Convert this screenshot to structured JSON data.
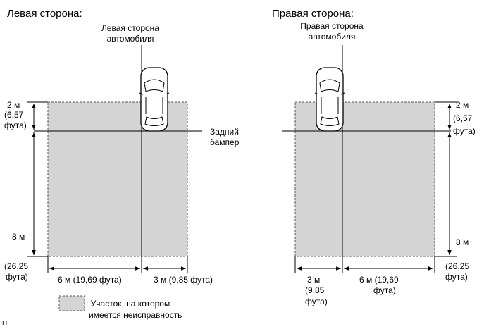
{
  "left": {
    "title": "Левая сторона:",
    "vehicle_label": [
      "Левая сторона",
      "автомобиля"
    ],
    "rear_bumper_label": [
      "Задний",
      "бампер"
    ],
    "dim_top": [
      "2 м",
      "(6,57",
      "фута)"
    ],
    "dim_side": [
      "8 м",
      "(26,25",
      "фута)"
    ],
    "dim_bottom_left": "6 м (19,69 фута)",
    "dim_bottom_right": "3 м (9,85 фута)"
  },
  "right": {
    "title": "Правая сторона:",
    "vehicle_label": [
      "Правая сторона",
      "автомобиля"
    ],
    "dim_top": [
      "2 м",
      "(6,57",
      "фута)"
    ],
    "dim_side": [
      "8 м",
      "(26,25",
      "фута)"
    ],
    "dim_bottom_left": [
      "3 м",
      "(9,85",
      "фута)"
    ],
    "dim_bottom_right": [
      "6 м (19,69",
      "фута)"
    ]
  },
  "legend": {
    "text": [
      ": Участок, на котором",
      "имеется неисправность"
    ]
  },
  "footer_mark": "Н"
}
